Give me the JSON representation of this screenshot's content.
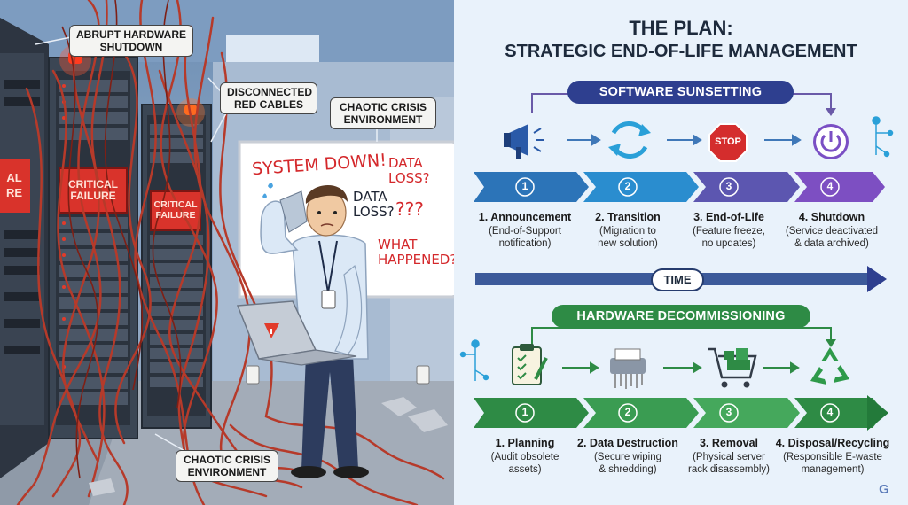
{
  "left_panel": {
    "callouts": {
      "hardware_shutdown": "ABRUPT HARDWARE\nSHUTDOWN",
      "red_cables": "DISCONNECTED\nRED CABLES",
      "crisis_top": "CHAOTIC CRISIS\nENVIRONMENT",
      "crisis_bottom": "CHAOTIC CRISIS\nENVIRONMENT"
    },
    "server_screens": {
      "edge": "AL\nRE",
      "middle": "CRITICAL\nFAILURE",
      "right": "CRITICAL\nFAILURE"
    },
    "whiteboard": {
      "system_down": "SYSTEM DOWN!",
      "data_loss_1": "DATA\nLOSS?",
      "data_loss_2": "DATA\nLOSS?",
      "question_marks": "???",
      "what_happened": "WHAT\nHAPPENED?"
    }
  },
  "right_panel": {
    "title_line1": "THE PLAN:",
    "title_line2": "STRATEGIC END-OF-LIFE MANAGEMENT",
    "software": {
      "label": "SOFTWARE SUNSETTING",
      "color": "#2e3f8f",
      "stop_sign": "STOP",
      "steps": [
        {
          "num": "1",
          "title": "1. Announcement",
          "desc": "(End-of-Support\nnotification)"
        },
        {
          "num": "2",
          "title": "2. Transition",
          "desc": "(Migration to\nnew solution)"
        },
        {
          "num": "3",
          "title": "3. End-of-Life",
          "desc": "(Feature freeze,\nno updates)"
        },
        {
          "num": "4",
          "title": "4. Shutdown",
          "desc": "(Service deactivated\n& data archived)"
        }
      ]
    },
    "time_label": "TIME",
    "hardware": {
      "label": "HARDWARE DECOMMISSIONING",
      "color": "#2e8b45",
      "steps": [
        {
          "num": "1",
          "title": "1. Planning",
          "desc": "(Audit obsolete\nassets)"
        },
        {
          "num": "2",
          "title": "2. Data Destruction",
          "desc": "(Secure wiping\n& shredding)"
        },
        {
          "num": "3",
          "title": "3. Removal",
          "desc": "(Physical server\nrack disassembly)"
        },
        {
          "num": "4",
          "title": "4. Disposal/Recycling",
          "desc": "(Responsible E-waste\nmanagement)"
        }
      ]
    },
    "corner_logo": "G"
  }
}
